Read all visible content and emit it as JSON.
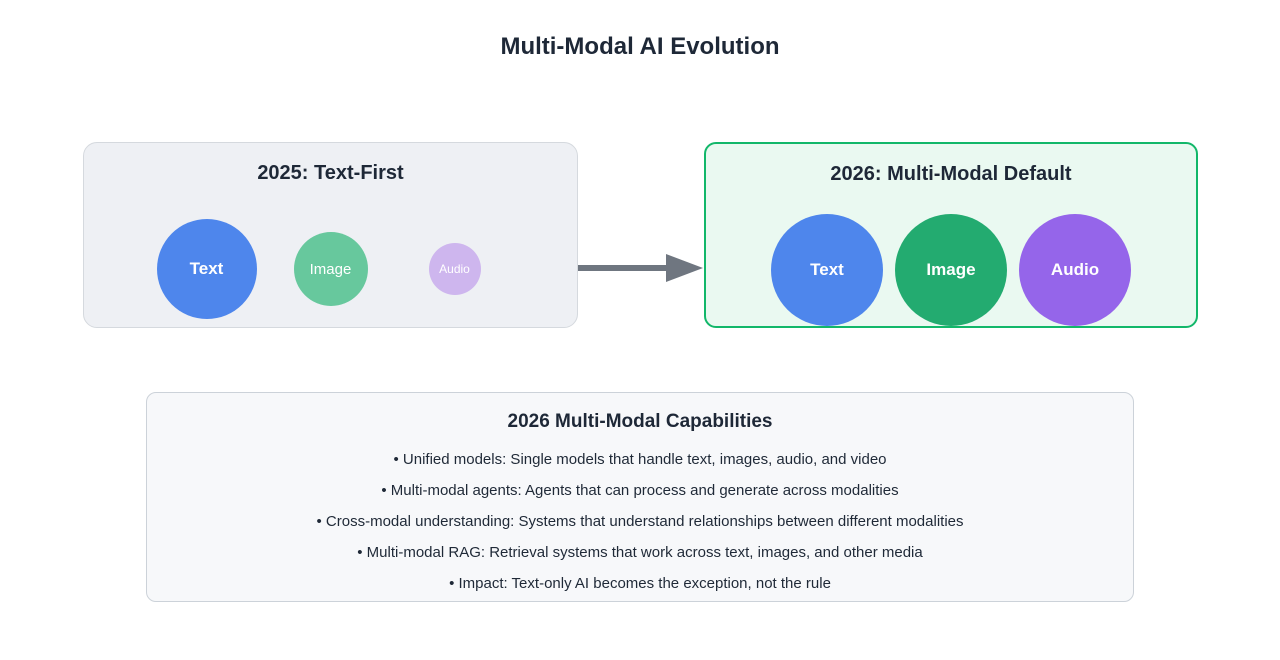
{
  "page_title": "Multi-Modal AI Evolution",
  "stage_2025": {
    "title": "2025: Text-First",
    "circles": [
      {
        "label": "Text",
        "color": "#4e86ec",
        "diameter": 100
      },
      {
        "label": "Image",
        "color": "#67c89d",
        "diameter": 74
      },
      {
        "label": "Audio",
        "color": "#ceb6ee",
        "diameter": 52
      }
    ]
  },
  "arrow": {
    "color": "#6f7680"
  },
  "stage_2026": {
    "title": "2026: Multi-Modal Default",
    "border_color": "#12b76a",
    "background_color": "#eaf9f1",
    "circles": [
      {
        "label": "Text",
        "color": "#4e86ec",
        "diameter": 112
      },
      {
        "label": "Image",
        "color": "#23ab70",
        "diameter": 112
      },
      {
        "label": "Audio",
        "color": "#9565ea",
        "diameter": 112
      }
    ]
  },
  "capabilities": {
    "title": "2026 Multi-Modal Capabilities",
    "bullet_char": "•",
    "items": [
      "Unified models: Single models that handle text, images, audio, and video",
      "Multi-modal agents: Agents that can process and generate across modalities",
      "Cross-modal understanding: Systems that understand relationships between different modalities",
      "Multi-modal RAG: Retrieval systems that work across text, images, and other media",
      "Impact: Text-only AI becomes the exception, not the rule"
    ]
  }
}
